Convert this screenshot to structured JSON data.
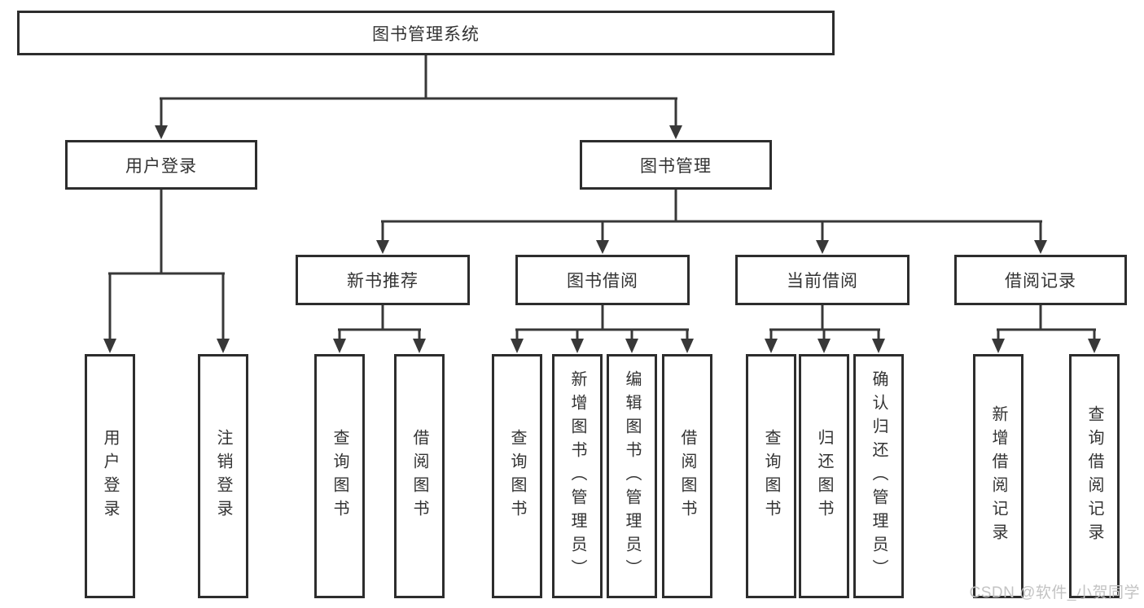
{
  "tree": {
    "root": "图书管理系统",
    "branches": [
      {
        "label": "用户登录",
        "children": [
          "用户登录",
          "注销登录"
        ]
      },
      {
        "label": "图书管理",
        "sections": [
          {
            "label": "新书推荐",
            "children": [
              "查询图书",
              "借阅图书"
            ]
          },
          {
            "label": "图书借阅",
            "children": [
              "查询图书",
              "新增图书（管理员）",
              "编辑图书（管理员）",
              "借阅图书"
            ]
          },
          {
            "label": "当前借阅",
            "children": [
              "查询图书",
              "归还图书",
              "确认归还（管理员）"
            ]
          },
          {
            "label": "借阅记录",
            "children": [
              "新增借阅记录",
              "查询借阅记录"
            ]
          }
        ]
      }
    ]
  },
  "watermark": "CSDN @软件_小贺同学",
  "colors": {
    "line": "#383838",
    "box_border": "#2d2d2d",
    "box_fill": "#ffffff",
    "text": "#333333",
    "watermark": "#c3c3c3"
  }
}
